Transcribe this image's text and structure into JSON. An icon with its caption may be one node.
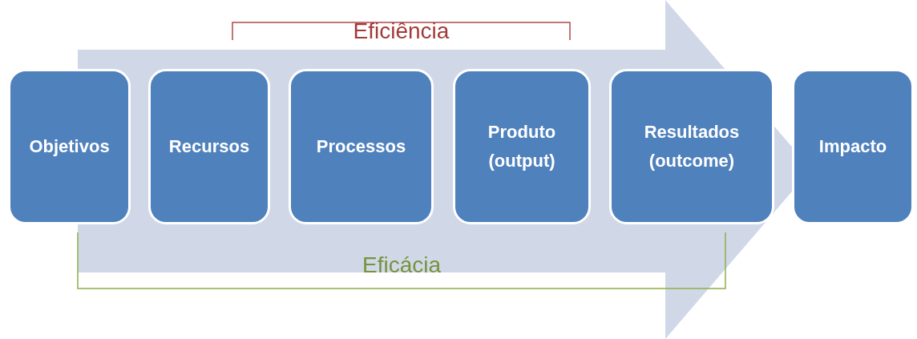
{
  "diagram": {
    "nodes": [
      {
        "text": [
          "Objetivos"
        ]
      },
      {
        "text": [
          "Recursos"
        ]
      },
      {
        "text": [
          "Processos"
        ]
      },
      {
        "text": [
          "Produto (output)"
        ]
      },
      {
        "text": [
          "Resultados (outcome)"
        ]
      },
      {
        "text": [
          "Impacto"
        ]
      }
    ],
    "edges": [
      {
        "from": 0,
        "to": 5,
        "arrow": "to"
      }
    ],
    "labels": [
      "Eficiência",
      "Eficácia"
    ]
  }
}
